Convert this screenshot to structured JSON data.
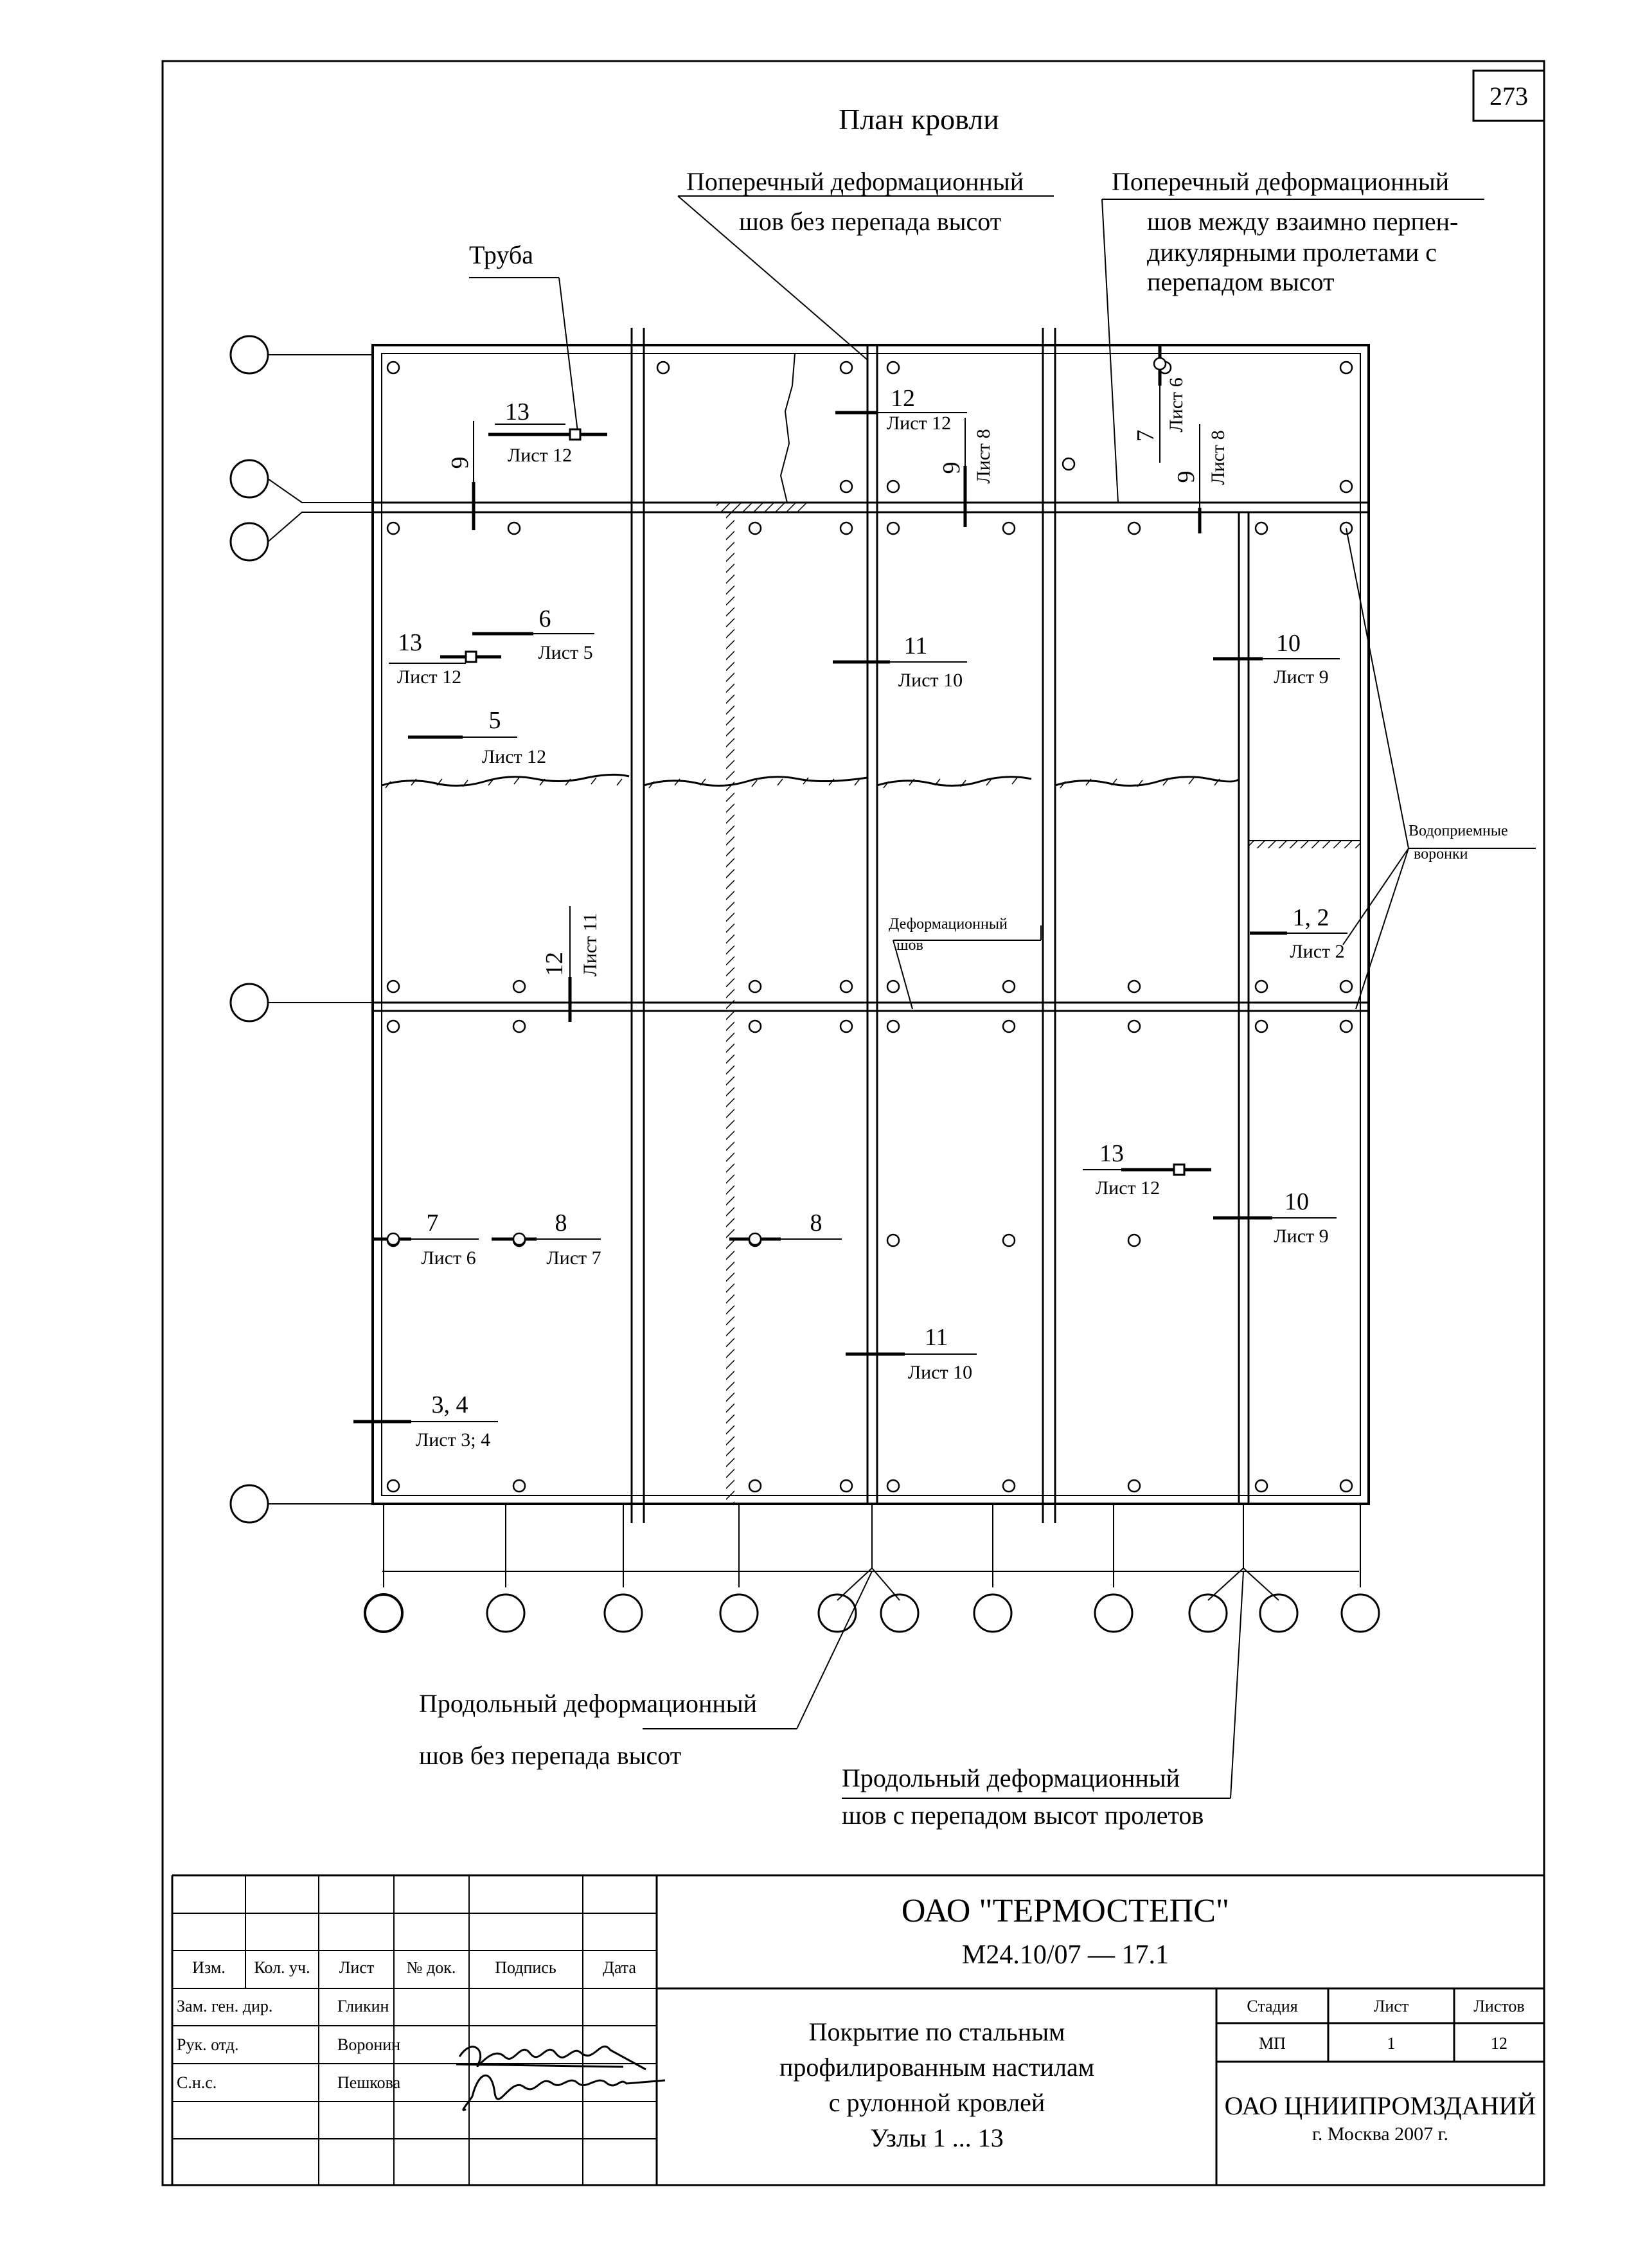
{
  "sheet_number": "273",
  "title": "План кровли",
  "callouts": {
    "transverse_no_drop": [
      "Поперечный деформационный",
      "шов без перепада высот"
    ],
    "transverse_perp": [
      "Поперечный деформационный",
      "шов между взаимно перпен-",
      "дикулярными пролетами с",
      "перепадом высот"
    ],
    "pipe": "Труба",
    "drains": [
      "Водоприемные",
      "воронки"
    ],
    "deform_seam": [
      "Деформационный",
      "шов"
    ],
    "longitudinal_no_drop": [
      "Продольный деформационный",
      "шов без перепада высот"
    ],
    "longitudinal_drop": [
      "Продольный деформационный",
      "шов с перепадом высот пролетов"
    ]
  },
  "nodes": {
    "n13_top": {
      "num": "13",
      "sheet": "Лист 12"
    },
    "n12_top": {
      "num": "12",
      "sheet": "Лист 12"
    },
    "n9_a": {
      "num": "9"
    },
    "n9_b": {
      "num": "9",
      "sheet": "Лист 8"
    },
    "n7_top": {
      "num": "7",
      "sheet": "Лист 6"
    },
    "n9_c": {
      "num": "9",
      "sheet": "Лист 8"
    },
    "n6": {
      "num": "6",
      "sheet": "Лист 5"
    },
    "n13_mid": {
      "num": "13",
      "sheet": "Лист 12"
    },
    "n5": {
      "num": "5",
      "sheet": "Лист 12"
    },
    "n11_a": {
      "num": "11",
      "sheet": "Лист 10"
    },
    "n10_a": {
      "num": "10",
      "sheet": "Лист 9"
    },
    "n12_mid": {
      "num": "12",
      "sheet": "Лист 11"
    },
    "n1_2": {
      "num": "1, 2",
      "sheet": "Лист 2"
    },
    "n13_low": {
      "num": "13",
      "sheet": "Лист 12"
    },
    "n10_b": {
      "num": "10",
      "sheet": "Лист 9"
    },
    "n7_low": {
      "num": "7",
      "sheet": "Лист 6"
    },
    "n8_a": {
      "num": "8",
      "sheet": "Лист 7"
    },
    "n8_b": {
      "num": "8"
    },
    "n11_b": {
      "num": "11",
      "sheet": "Лист 10"
    },
    "n3_4": {
      "num": "3, 4",
      "sheet": "Лист 3; 4"
    }
  },
  "title_block": {
    "headers": {
      "izm": "Изм.",
      "kol": "Кол. уч.",
      "list": "Лист",
      "ndok": "№ док.",
      "podpis": "Подпись",
      "data": "Дата"
    },
    "people": [
      {
        "role": "Зам. ген. дир.",
        "name": "Гликин"
      },
      {
        "role": "Рук. отд.",
        "name": "Воронин"
      },
      {
        "role": "С.н.с.",
        "name": "Пешкова"
      }
    ],
    "company": "ОАО \"ТЕРМОСТЕПС\"",
    "code": "М24.10/07  —  17.1",
    "description": [
      "Покрытие по стальным",
      "профилированным настилам",
      "с рулонной кровлей",
      "Узлы 1 ... 13"
    ],
    "stage_label": "Стадия",
    "sheet_label": "Лист",
    "sheets_label": "Листов",
    "stage": "МП",
    "sheet": "1",
    "sheets": "12",
    "org": "ОАО ЦНИИПРОМЗДАНИЙ",
    "city_year": "г. Москва 2007 г."
  }
}
